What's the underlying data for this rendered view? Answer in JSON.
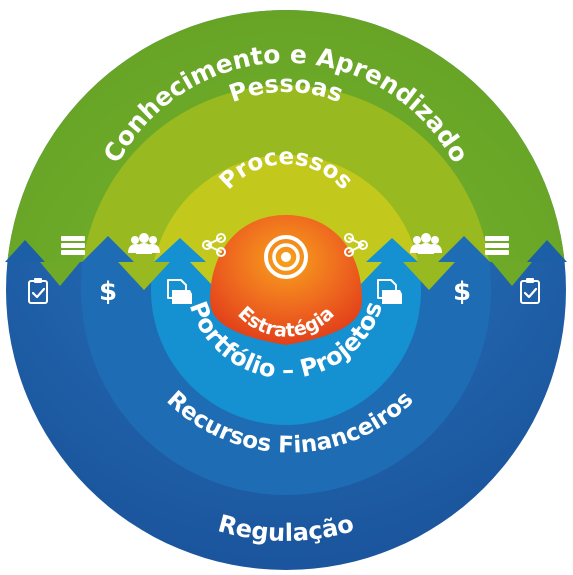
{
  "diagram": {
    "rings": {
      "conhecimento": "Conhecimento e Aprendizado",
      "pessoas": "Pessoas",
      "processos": "Processos",
      "estrategia": "Estratégia",
      "portfolio": "Portfólio – Projetos",
      "recursos": "Recursos Financeiros",
      "regulacao": "Regulação"
    },
    "icons": {
      "center": "target-icon",
      "processos": "share-nodes-icon",
      "pessoas": "people-group-icon",
      "conhecimento": "books-stack-icon",
      "portfolio": "document-folder-icon",
      "recursos": "dollar-icon",
      "regulacao": "clipboard-check-icon"
    },
    "colors": {
      "green_outer": "#6eaa28",
      "green_mid": "#93b82a",
      "green_inner": "#b9c822",
      "blue_outer": "#1d5fa6",
      "blue_mid": "#1f7cc4",
      "blue_inner": "#1399d8",
      "center": "#e8451a"
    }
  }
}
